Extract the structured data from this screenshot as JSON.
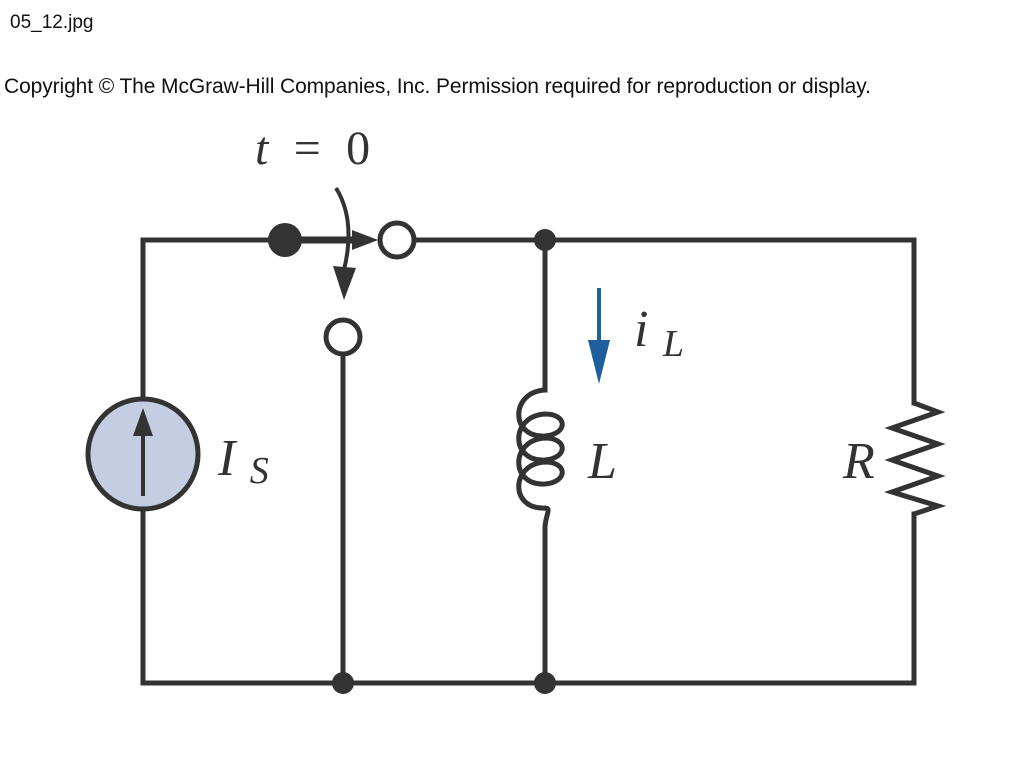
{
  "header": {
    "filename": "05_12.jpg",
    "copyright": "Copyright © The McGraw-Hill Companies, Inc. Permission required for reproduction or display."
  },
  "circuit": {
    "switch_label": {
      "var": "t",
      "op": "=",
      "val": "0"
    },
    "source_label": {
      "main": "I",
      "sub": "S"
    },
    "current_label": {
      "main": "i",
      "sub": "L"
    },
    "inductor_label": "L",
    "resistor_label": "R"
  },
  "colors": {
    "wire": "#333333",
    "source_fill": "#c5cde3",
    "current_arrow": "#1f5f9e"
  },
  "icons": {
    "switch": "spdt-switch-icon",
    "source": "current-source-icon",
    "inductor": "inductor-coil-icon",
    "resistor": "resistor-zigzag-icon",
    "current_direction": "current-arrow-icon"
  }
}
